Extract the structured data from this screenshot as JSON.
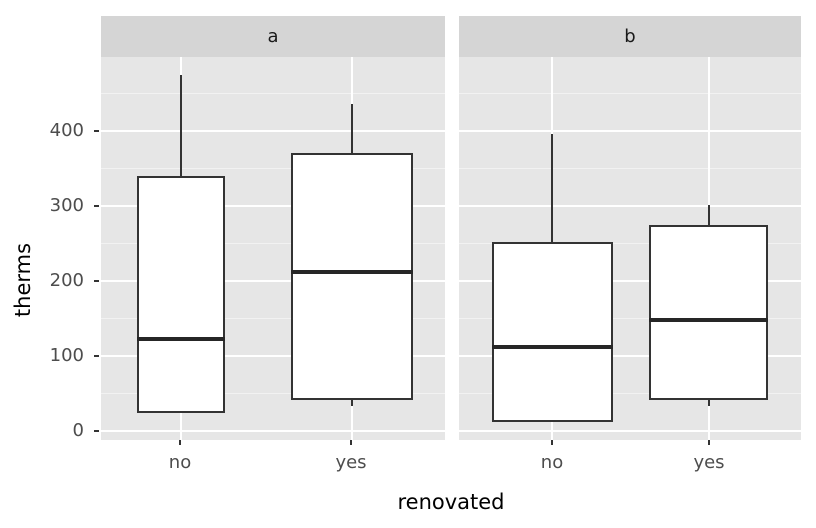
{
  "chart_data": {
    "type": "box",
    "title": "",
    "xlabel": "renovated",
    "ylabel": "therms",
    "ylim": [
      -17,
      492
    ],
    "yticks": [
      0,
      100,
      200,
      300,
      400
    ],
    "ytick_labels": [
      "0",
      "100",
      "200",
      "300",
      "400"
    ],
    "xcategories": [
      "no",
      "yes"
    ],
    "facet_labels": [
      "a",
      "b"
    ],
    "grid": "horizontal-and-vertical",
    "legend": "none",
    "panel_background": "#e6e6e6",
    "strip_background": "#d5d5d5",
    "box_fill": "#ffffff",
    "box_stroke": "#333333",
    "facets": [
      {
        "label": "a",
        "boxes": [
          {
            "category": "no",
            "lower_whisker": 25,
            "q1": 25,
            "median": 123,
            "q3": 340,
            "upper_whisker": 475
          },
          {
            "category": "yes",
            "lower_whisker": 35,
            "q1": 41,
            "median": 212,
            "q3": 371,
            "upper_whisker": 436
          }
        ]
      },
      {
        "label": "b",
        "boxes": [
          {
            "category": "no",
            "lower_whisker": 12,
            "q1": 12,
            "median": 112,
            "q3": 252,
            "upper_whisker": 396
          },
          {
            "category": "yes",
            "lower_whisker": 35,
            "q1": 41,
            "median": 148,
            "q3": 275,
            "upper_whisker": 301
          }
        ]
      }
    ]
  },
  "axes": {
    "y_title": "therms",
    "x_title": "renovated",
    "y_tick_labels": [
      "400",
      "300",
      "200",
      "100",
      "0"
    ],
    "x_tick_labels_panel_a": [
      "no",
      "yes"
    ],
    "x_tick_labels_panel_b": [
      "no",
      "yes"
    ]
  },
  "strips": {
    "panel_a_label": "a",
    "panel_b_label": "b"
  }
}
